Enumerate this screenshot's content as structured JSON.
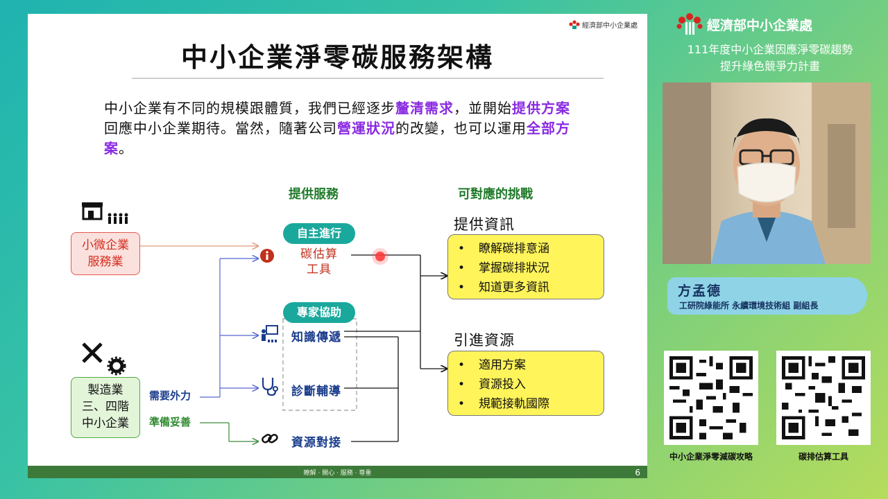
{
  "slide": {
    "logo_text": "經濟部中小企業處",
    "title": "中小企業淨零碳服務架構",
    "intro": {
      "p1": "中小企業有不同的規模跟體質，我們已經逐步",
      "h1": "釐清需求",
      "p2": "，並開始",
      "h2": "提供方案",
      "p3": "回應中小企業期待。當然，隨著公司",
      "h3": "營運狀況",
      "p4": "的改變，也可以運用",
      "h4": "全部方案",
      "p5": "。"
    },
    "col_services": "提供服務",
    "col_challenges": "可對應的挑戰",
    "micro_box": [
      "小微企業",
      "服務業"
    ],
    "mfg_box": [
      "製造業",
      "三、四階",
      "中小企業"
    ],
    "needs_help": "需要外力",
    "ready": "準備妥善",
    "self_pill": "自主進行",
    "carbon_tool": [
      "碳估算",
      "工具"
    ],
    "expert_pill": "專家協助",
    "knowledge": "知識傳遞",
    "diagnosis": "診斷輔導",
    "matching": "資源對接",
    "info_title": "提供資訊",
    "info_items": [
      "瞭解碳排意涵",
      "掌握碳排狀況",
      "知道更多資訊"
    ],
    "res_title": "引進資源",
    "res_items": [
      "適用方案",
      "資源投入",
      "規範接軌國際"
    ],
    "footer": "瞭解 · 關心 · 服務 · 尊重",
    "page": "6"
  },
  "sidebar": {
    "org": "經濟部中小企業處",
    "project_line1": "111年度中小企業因應淨零碳趨勢",
    "project_line2": "提升綠色競爭力計畫",
    "speaker_name": "方孟德",
    "speaker_role": "工研院綠能所 永續環境技術組 副組長",
    "qr1_label": "中小企業淨零減碳攻略",
    "qr2_label": "碳排估算工具"
  },
  "colors": {
    "accent_teal": "#1aa89c",
    "highlight_purple": "#8a2be2",
    "challenge_yellow": "#fff45a",
    "footer_green": "#3d7a3a"
  }
}
